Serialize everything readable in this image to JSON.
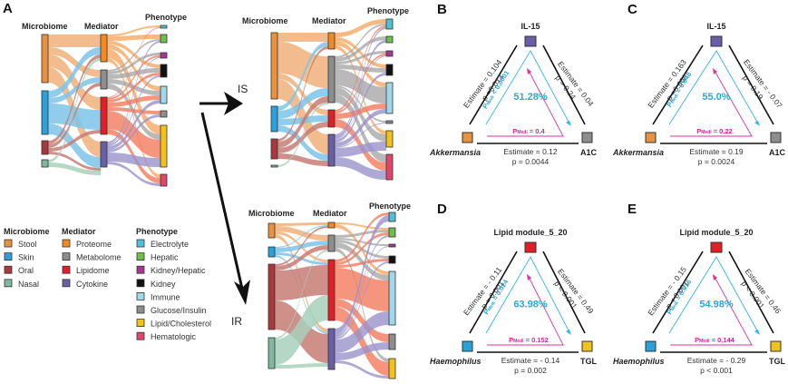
{
  "panels": {
    "A": {
      "letter": "A",
      "sankey_headers": {
        "microbiome": "Microbiome",
        "mediator": "Mediator",
        "phenotype": "Phenotype"
      },
      "arrows": {
        "is_label": "IS",
        "ir_label": "IR"
      },
      "legend": {
        "microbiome": {
          "title": "Microbiome",
          "items": [
            {
              "label": "Stool",
              "color": "#e8913f"
            },
            {
              "label": "Skin",
              "color": "#2aa1d8"
            },
            {
              "label": "Oral",
              "color": "#a8383e"
            },
            {
              "label": "Nasal",
              "color": "#7fb89e"
            }
          ]
        },
        "mediator": {
          "title": "Mediator",
          "items": [
            {
              "label": "Proteome",
              "color": "#f28a22"
            },
            {
              "label": "Metabolome",
              "color": "#8d8d8d"
            },
            {
              "label": "Lipidome",
              "color": "#e21f26"
            },
            {
              "label": "Cytokine",
              "color": "#6a5fa6"
            }
          ]
        },
        "phenotype": {
          "title": "Phenotype",
          "items": [
            {
              "label": "Electrolyte",
              "color": "#4fc0d8"
            },
            {
              "label": "Hepatic",
              "color": "#6cbf4a"
            },
            {
              "label": "Kidney/Hepatic",
              "color": "#a8358f"
            },
            {
              "label": "Kidney",
              "color": "#111111"
            },
            {
              "label": "Immune",
              "color": "#9fd8ea"
            },
            {
              "label": "Glucose/Insulin",
              "color": "#8d8d8d"
            },
            {
              "label": "Lipid/Cholesterol",
              "color": "#f2c21a"
            },
            {
              "label": "Hematologic",
              "color": "#e0466a"
            }
          ]
        }
      }
    },
    "mediation": [
      {
        "letter": "B",
        "top": "IL-15",
        "left": "Akkermansia",
        "right": "A1C",
        "top_color": "#6a5fa6",
        "left_color": "#e8913f",
        "right_color": "#8d8d8d",
        "left_edge": {
          "estimate": "Estimate = 0.104",
          "p": "p =0.013"
        },
        "right_edge": {
          "estimate": "Estimate = 0.04",
          "p": "p = 0.24"
        },
        "bottom_edge": {
          "estimate": "Estimate =  0.12",
          "p": "p = 0.0044"
        },
        "pmedi_cyan": "P",
        "pmedi_cyan_sub": "Medi",
        "pmedi_cyan_val": " < 0.0001",
        "pmedi_mag": "P",
        "pmedi_mag_sub": "Medi",
        "pmedi_mag_val": " = 0.4",
        "percent": "51.28%"
      },
      {
        "letter": "C",
        "top": "IL-15",
        "left": "Akkermansia",
        "right": "A1C",
        "top_color": "#6a5fa6",
        "left_color": "#e8913f",
        "right_color": "#8d8d8d",
        "left_edge": {
          "estimate": "Estimate = 0.163",
          "p": "p =0.008"
        },
        "right_edge": {
          "estimate": "Estimate = - 0.07",
          "p": "p = 0.19"
        },
        "bottom_edge": {
          "estimate": "Estimate =  0.19",
          "p": "p = 0.0024"
        },
        "pmedi_cyan": "P",
        "pmedi_cyan_sub": "Medi",
        "pmedi_cyan_val": " = 0.048",
        "pmedi_mag": "P",
        "pmedi_mag_sub": "Medi",
        "pmedi_mag_val": " = 0.22",
        "percent": "55.0%"
      },
      {
        "letter": "D",
        "top": "Lipid module_5_20",
        "left": "Haemophilus",
        "right": "TGL",
        "top_color": "#e21f26",
        "left_color": "#2aa1d8",
        "right_color": "#f2c21a",
        "left_edge": {
          "estimate": "Estimate = - 0.11",
          "p": "p = 0.001"
        },
        "right_edge": {
          "estimate": "Estimate = 0.49",
          "p": "p < 0.001"
        },
        "bottom_edge": {
          "estimate": "Estimate =  - 0.14",
          "p": "p = 0.002"
        },
        "pmedi_cyan": "P",
        "pmedi_cyan_sub": "Medi",
        "pmedi_cyan_val": " = 0.024",
        "pmedi_mag": "P",
        "pmedi_mag_sub": "Medi",
        "pmedi_mag_val": " = 0.152",
        "percent": "63.98%"
      },
      {
        "letter": "E",
        "top": "Lipid module_5_20",
        "left": "Haemophilus",
        "right": "TGL",
        "top_color": "#e21f26",
        "left_color": "#2aa1d8",
        "right_color": "#f2c21a",
        "left_edge": {
          "estimate": "Estimate = - 0.15",
          "p": "p < 0.001"
        },
        "right_edge": {
          "estimate": "Estimate = 0.46",
          "p": "p < 0.001"
        },
        "bottom_edge": {
          "estimate": "Estimate =  - 0.29",
          "p": "p < 0.001"
        },
        "pmedi_cyan": "P",
        "pmedi_cyan_sub": "Medi",
        "pmedi_cyan_val": " = 0.016",
        "pmedi_mag": "P",
        "pmedi_mag_sub": "Medi",
        "pmedi_mag_val": " = 0.144",
        "percent": "54.98%"
      }
    ]
  }
}
